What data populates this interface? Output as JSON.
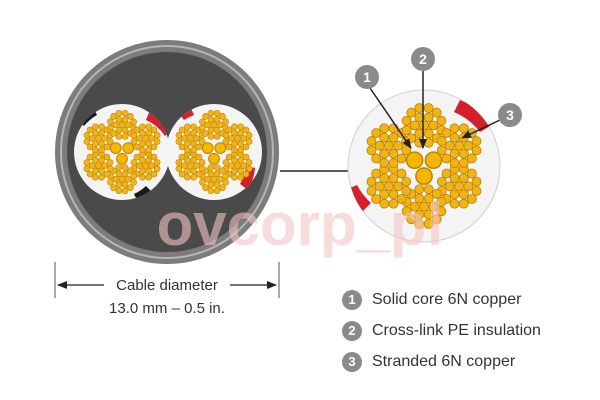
{
  "colors": {
    "outer_jacket": "#7c7c7c",
    "outer_ring_light": "#b5b5b5",
    "inner_fill": "#4a4a4a",
    "conductor_white": "#f4f4f4",
    "copper_strand": "#f2b315",
    "copper_stroke": "#b98200",
    "marker_red": "#d4202a",
    "marker_black": "#1a1a1a",
    "callout_gray": "#8a8a8a",
    "watermark": "#f3c4c4"
  },
  "diagram": {
    "dimension": {
      "label": "Cable diameter",
      "value": "13.0 mm – 0.5 in."
    },
    "callouts": [
      {
        "number": "1"
      },
      {
        "number": "2"
      },
      {
        "number": "3"
      }
    ],
    "watermark_text": "ovcorp_pl"
  },
  "legend": [
    {
      "number": "1",
      "text": "Solid core 6N copper"
    },
    {
      "number": "2",
      "text": "Cross-link PE insulation"
    },
    {
      "number": "3",
      "text": "Stranded 6N copper"
    }
  ]
}
